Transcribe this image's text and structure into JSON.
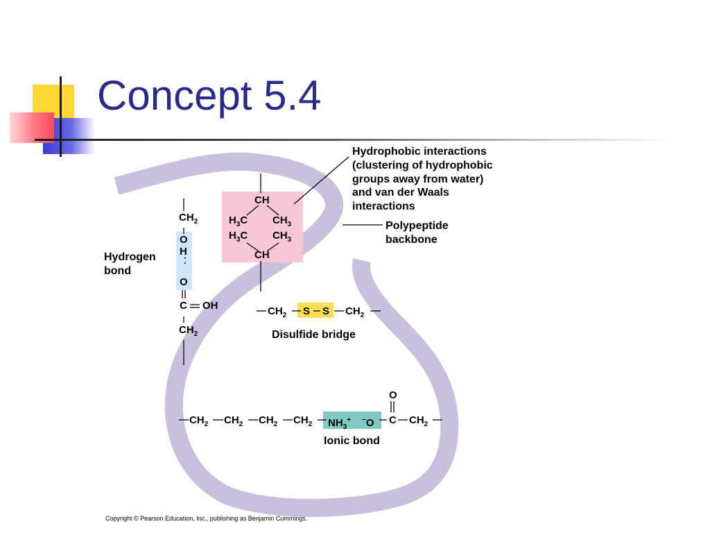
{
  "slide": {
    "title": "Concept 5.4",
    "copyright": "Copyright © Pearson Education, Inc., publishing as Benjamin Cummings."
  },
  "colors": {
    "title": "#2a2a8c",
    "backbone": "#c9c0dd",
    "hydrophobic_box": "#f7c6d8",
    "hydrogen_box": "#cfe6fa",
    "disulfide_box": "#f7de55",
    "ionic_box": "#7fc8c4",
    "deco_yellow": "#fdd835",
    "deco_blue": "#3a3ad8",
    "deco_red": "#ff5a6a"
  },
  "labels": {
    "hydrophobic_l1": "Hydrophobic interactions",
    "hydrophobic_l2": "(clustering of hydrophobic",
    "hydrophobic_l3": "groups away from water)",
    "hydrophobic_l4a": "and ",
    "hydrophobic_l4b": "van der Waals",
    "hydrophobic_l5": "interactions",
    "backbone_l1": "Polypeptide",
    "backbone_l2": "backbone",
    "hydrogen_l1": "Hydrogen",
    "hydrogen_l2": "bond",
    "disulfide": "Disulfide bridge",
    "ionic": "Ionic bond"
  },
  "chem": {
    "ch": "CH",
    "c": "C",
    "h": "H",
    "o": "O",
    "oh": "OH",
    "s": "S",
    "nh": "NH",
    "sub2": "2",
    "sub3": "3",
    "plus": "+",
    "minus": "−",
    "dots": "·  ·",
    "eq": "‖"
  }
}
